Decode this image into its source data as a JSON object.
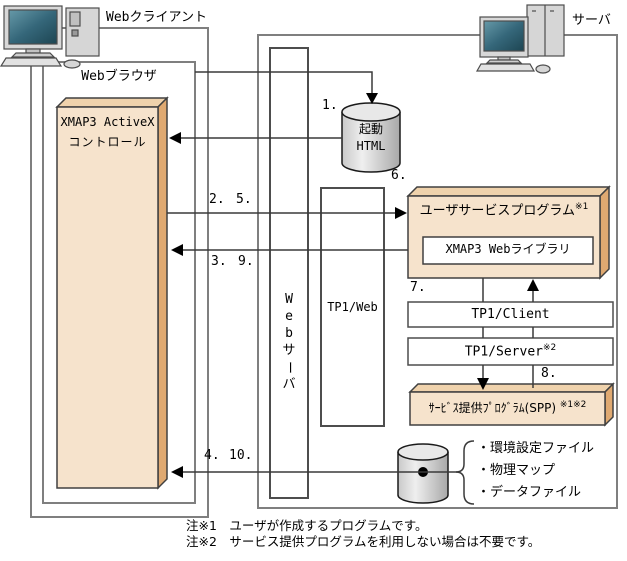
{
  "diagram": {
    "client": {
      "label": "Webクライアント",
      "browser": "Webブラウザ",
      "activex_line1": "XMAP3 ActiveX",
      "activex_line2": "コントロール"
    },
    "server": {
      "label": "サーバ",
      "webserver_chars": [
        "W",
        "e",
        "b",
        "サ",
        "ー",
        "バ"
      ],
      "tp1web": "TP1/Web",
      "usp": "ユーザサービスプログラム",
      "usp_sup": "※1",
      "library": "XMAP3 Webライブラリ",
      "tp1client": "TP1/Client",
      "tp1server": "TP1/Server",
      "tp1server_sup": "※2",
      "spp": "ｻｰﾋﾞｽ提供ﾌﾟﾛｸﾞﾗﾑ(SPP)",
      "spp_sup": "※1※2"
    },
    "startup_html": {
      "line1": "起動",
      "line2": "HTML"
    },
    "files": [
      "・環境設定ファイル",
      "・物理マップ",
      "・データファイル"
    ],
    "steps": {
      "s1": "1.",
      "s2": "2.",
      "s3": "3.",
      "s4": "4.",
      "s5": "5.",
      "s6": "6.",
      "s7": "7.",
      "s8": "8.",
      "s9": "9.",
      "s10": "10."
    },
    "notes": [
      "注※1　ユーザが作成するプログラムです。",
      "注※2　サービス提供プログラムを利用しない場合は不要です。"
    ],
    "colors": {
      "peach_front": "#f6e3cc",
      "peach_top": "#efd2ac",
      "peach_side": "#dfa971",
      "screen_teal": "#2d5e6e",
      "outer_border": "#7f7f7f",
      "line": "#3a3a3a"
    }
  }
}
